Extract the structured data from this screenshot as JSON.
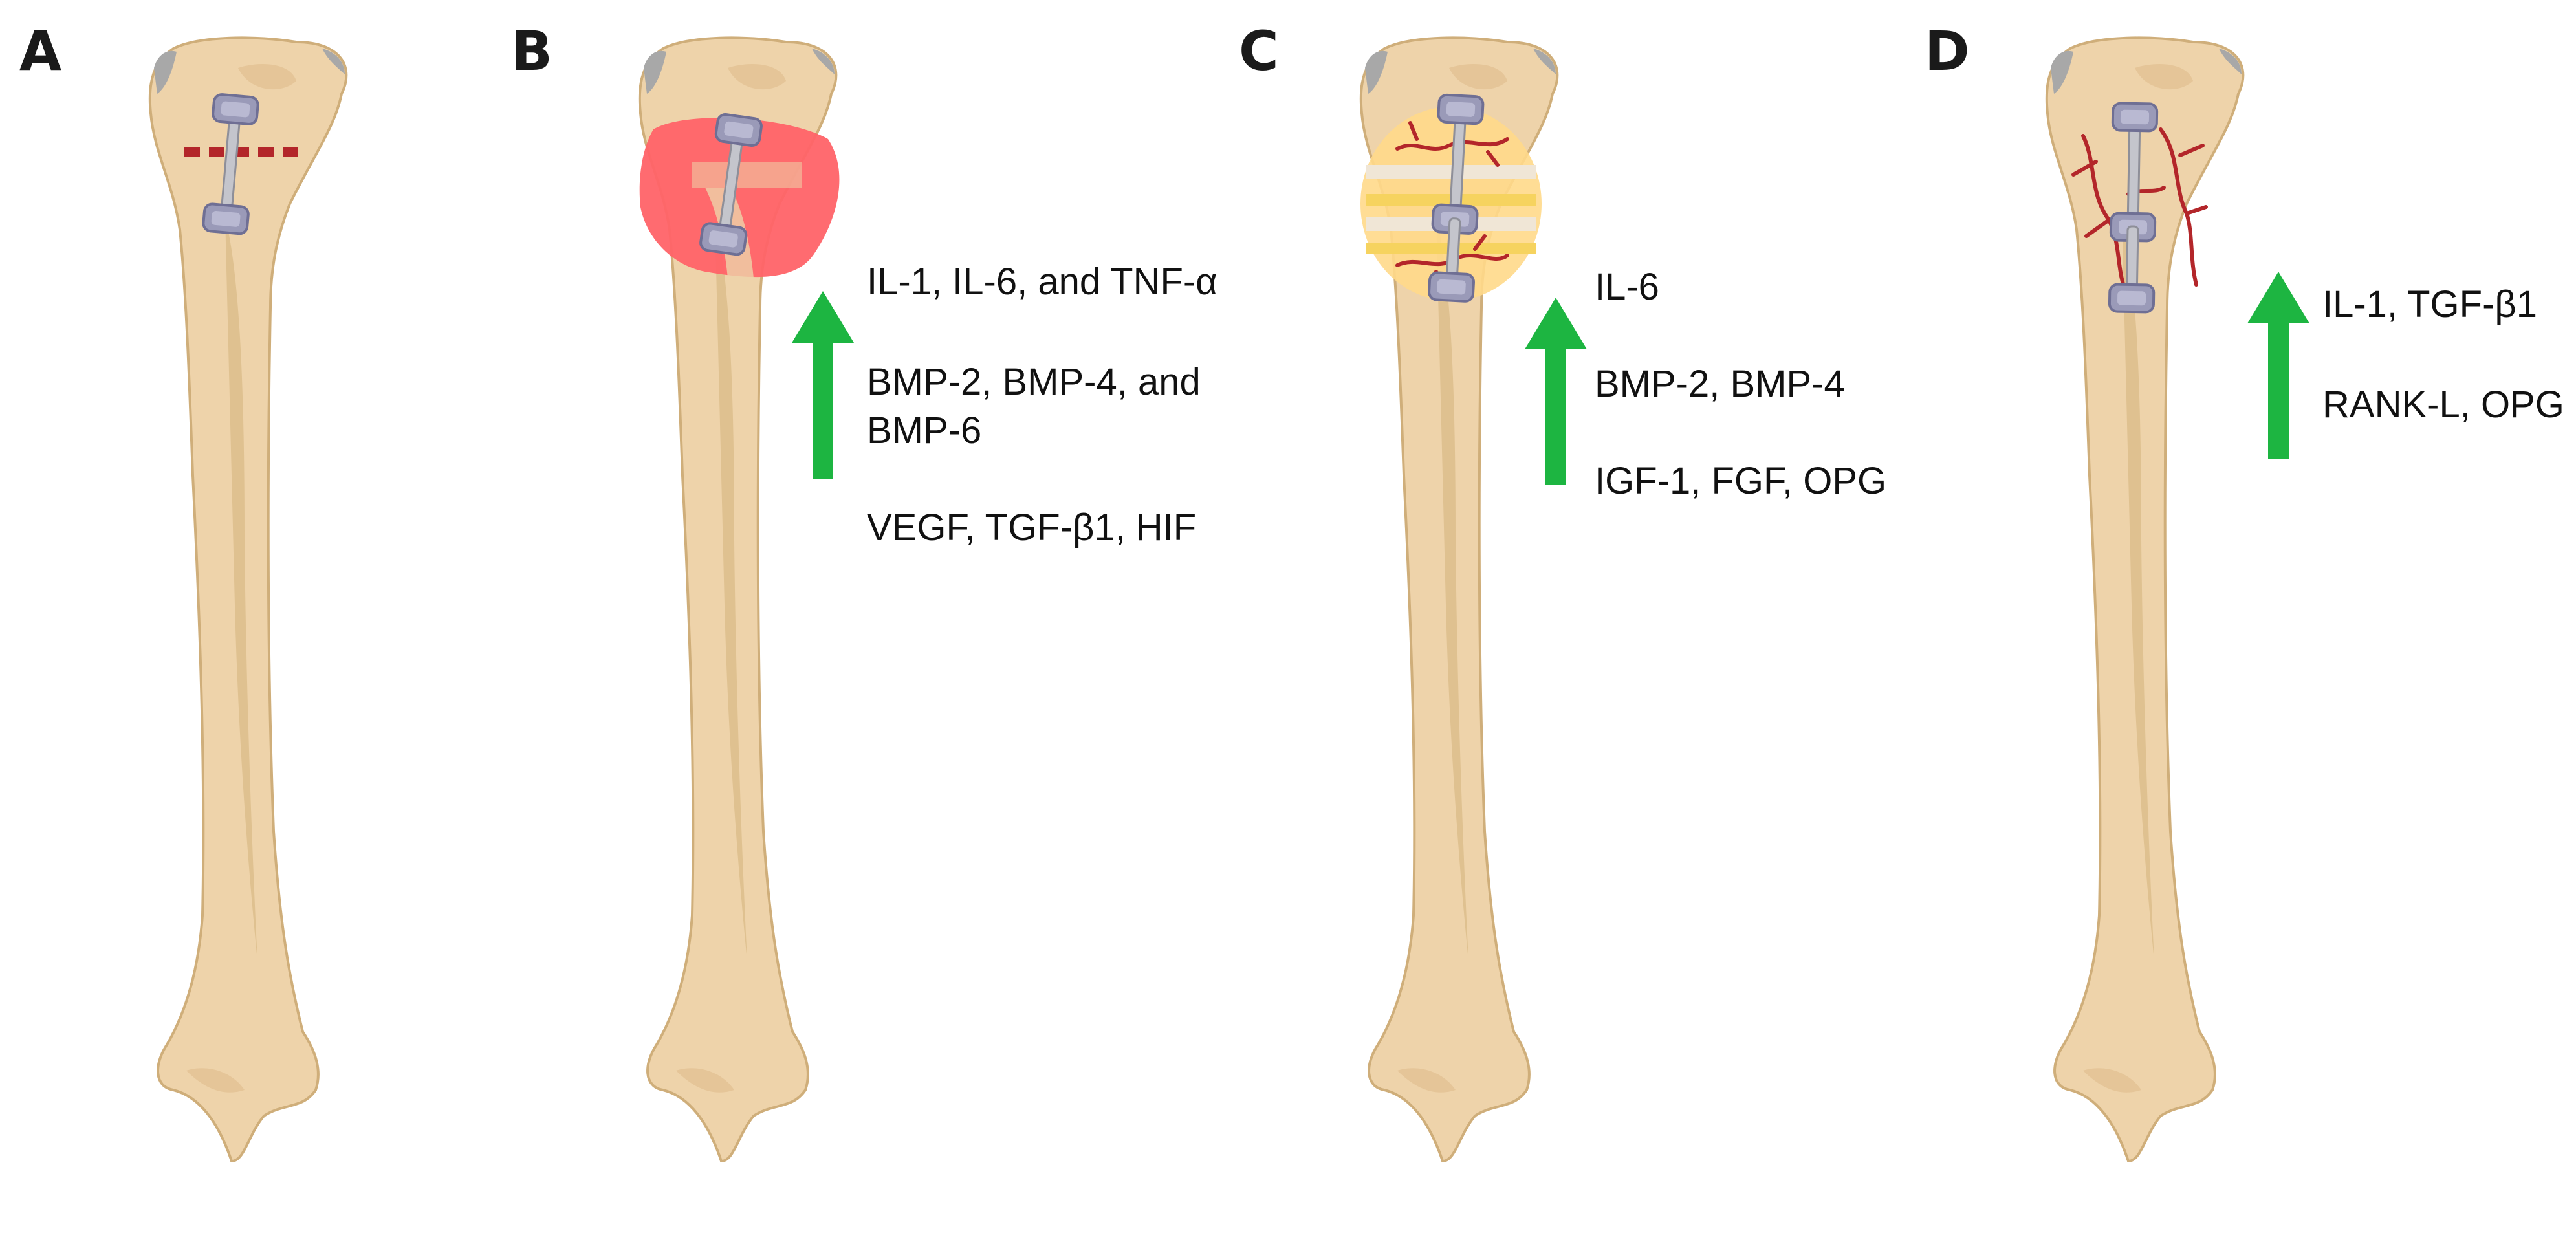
{
  "colors": {
    "bone_fill": "#eed3aa",
    "bone_shade": "#d9b985",
    "bone_outline": "#cfae7a",
    "cartilage": "#a8a8a8",
    "fracture_line": "#b3262a",
    "hematoma": "#ff6368",
    "callus": "#ffd98a",
    "vessel": "#b3262a",
    "arrow": "#1db541",
    "plate": "#8e8f99",
    "screw_head": "#7f7fa8"
  },
  "panels": [
    {
      "letter": "A",
      "lines": []
    },
    {
      "letter": "B",
      "lines": [
        "IL-1, IL-6, and TNF-α",
        "BMP-2, BMP-4, and",
        "BMP-6",
        "VEGF, TGF-β1, HIF"
      ]
    },
    {
      "letter": "C",
      "lines": [
        "IL-6",
        "BMP-2, BMP-4",
        "IGF-1, FGF, OPG"
      ]
    },
    {
      "letter": "D",
      "lines": [
        "IL-1, TGF-β1",
        "RANK-L, OPG"
      ]
    }
  ]
}
